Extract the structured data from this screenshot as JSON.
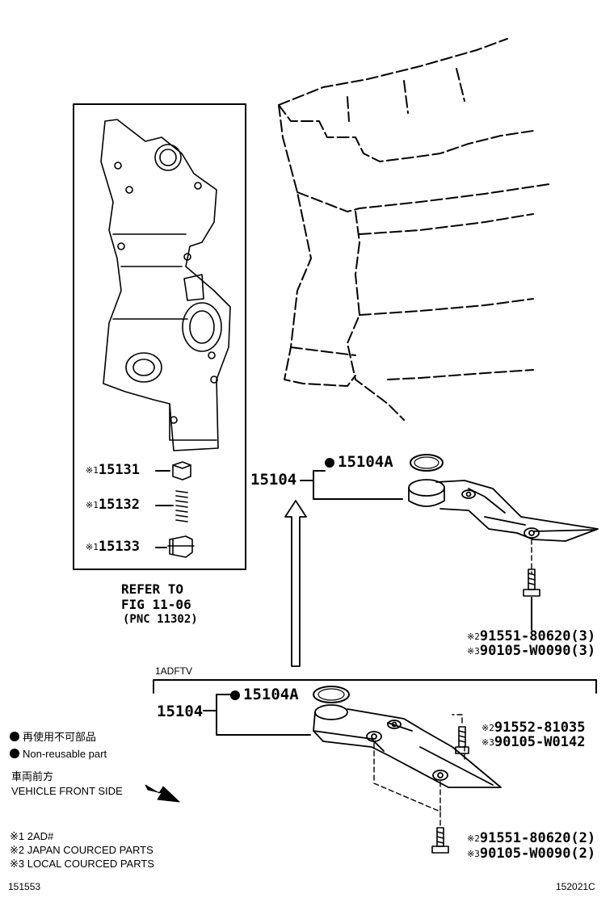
{
  "inset": {
    "parts": [
      {
        "mark": "※1",
        "number": "15131"
      },
      {
        "mark": "※1",
        "number": "15132"
      },
      {
        "mark": "※1",
        "number": "15133"
      }
    ],
    "refer_line1": "REFER TO",
    "refer_line2": "FIG 11-06",
    "refer_line3": "(PNC 11302)"
  },
  "upper": {
    "assembly": "15104",
    "gasket": "15104A",
    "bolt1": {
      "mark": "※2",
      "number": "91551-80620(3)"
    },
    "bolt2": {
      "mark": "※3",
      "number": "90105-W0090(3)"
    }
  },
  "lower": {
    "variant": "1ADFTV",
    "assembly": "15104",
    "gasket": "15104A",
    "bolt_a1": {
      "mark": "※2",
      "number": "91552-81035"
    },
    "bolt_a2": {
      "mark": "※3",
      "number": "90105-W0142"
    },
    "bolt_b1": {
      "mark": "※2",
      "number": "91551-80620(2)"
    },
    "bolt_b2": {
      "mark": "※3",
      "number": "90105-W0090(2)"
    }
  },
  "legend": {
    "nonreusable_jp": "再使用不可部品",
    "nonreusable_en": "Non-reusable part",
    "front_jp": "車両前方",
    "front_en": "VEHICLE FRONT SIDE"
  },
  "notes": [
    "※1 2AD#",
    "※2 JAPAN COURCED PARTS",
    "※3 LOCAL COURCED PARTS"
  ],
  "footer": {
    "left": "151553",
    "right": "152021C"
  }
}
